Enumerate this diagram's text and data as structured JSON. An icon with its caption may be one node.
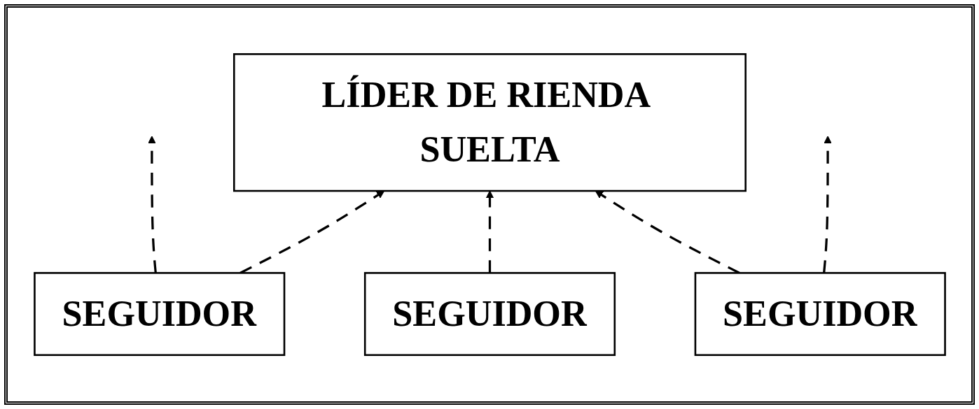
{
  "diagram": {
    "nodes": [
      {
        "text": [
          "LÍDER DE RIENDA SUELTA"
        ]
      },
      {
        "text": [
          "SEGUIDOR"
        ]
      },
      {
        "text": [
          "SEGUIDOR"
        ]
      },
      {
        "text": [
          "SEGUIDOR"
        ]
      }
    ],
    "edges": [
      {
        "from": 1,
        "to": null,
        "arrow": "to",
        "style": "dashed"
      },
      {
        "from": 1,
        "to": 0,
        "arrow": "to",
        "style": "dashed"
      },
      {
        "from": 2,
        "to": 0,
        "arrow": "to",
        "style": "dashed"
      },
      {
        "from": 3,
        "to": 0,
        "arrow": "to",
        "style": "dashed"
      },
      {
        "from": 3,
        "to": null,
        "arrow": "to",
        "style": "dashed"
      }
    ]
  }
}
